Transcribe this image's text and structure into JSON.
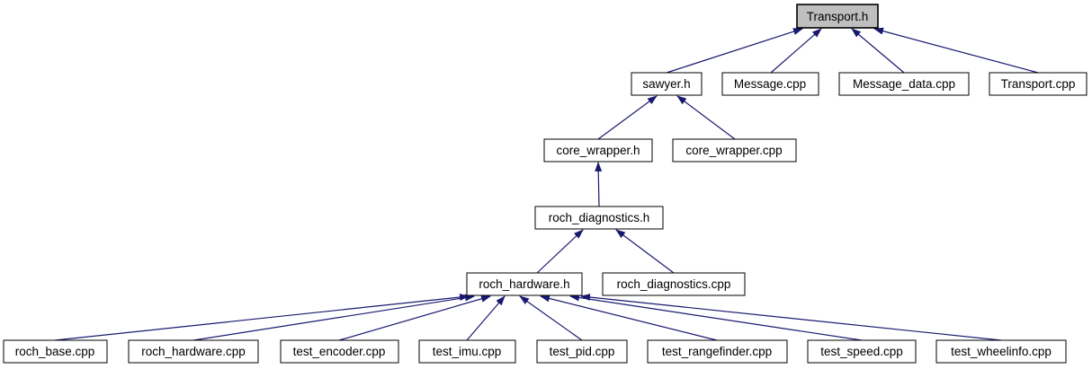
{
  "diagram": {
    "kind": "include-dependency-graph",
    "colors": {
      "edge_arrow": "#191970",
      "node_fill": "#ffffff",
      "node_border": "#000000",
      "highlight_fill": "#bfbfbf",
      "background": "#ffffff",
      "text": "#000000"
    },
    "nodes": [
      {
        "label": "Transport.h",
        "highlighted": true
      },
      {
        "label": "sawyer.h",
        "highlighted": false
      },
      {
        "label": "Message.cpp",
        "highlighted": false
      },
      {
        "label": "Message_data.cpp",
        "highlighted": false
      },
      {
        "label": "Transport.cpp",
        "highlighted": false
      },
      {
        "label": "core_wrapper.h",
        "highlighted": false
      },
      {
        "label": "core_wrapper.cpp",
        "highlighted": false
      },
      {
        "label": "roch_diagnostics.h",
        "highlighted": false
      },
      {
        "label": "roch_hardware.h",
        "highlighted": false
      },
      {
        "label": "roch_diagnostics.cpp",
        "highlighted": false
      },
      {
        "label": "roch_base.cpp",
        "highlighted": false
      },
      {
        "label": "roch_hardware.cpp",
        "highlighted": false
      },
      {
        "label": "test_encoder.cpp",
        "highlighted": false
      },
      {
        "label": "test_imu.cpp",
        "highlighted": false
      },
      {
        "label": "test_pid.cpp",
        "highlighted": false
      },
      {
        "label": "test_rangefinder.cpp",
        "highlighted": false
      },
      {
        "label": "test_speed.cpp",
        "highlighted": false
      },
      {
        "label": "test_wheelinfo.cpp",
        "highlighted": false
      }
    ],
    "edges": [
      {
        "from": "sawyer.h",
        "to": "Transport.h"
      },
      {
        "from": "Message.cpp",
        "to": "Transport.h"
      },
      {
        "from": "Message_data.cpp",
        "to": "Transport.h"
      },
      {
        "from": "Transport.cpp",
        "to": "Transport.h"
      },
      {
        "from": "core_wrapper.h",
        "to": "sawyer.h"
      },
      {
        "from": "core_wrapper.cpp",
        "to": "sawyer.h"
      },
      {
        "from": "roch_diagnostics.h",
        "to": "core_wrapper.h"
      },
      {
        "from": "roch_hardware.h",
        "to": "roch_diagnostics.h"
      },
      {
        "from": "roch_diagnostics.cpp",
        "to": "roch_diagnostics.h"
      },
      {
        "from": "roch_base.cpp",
        "to": "roch_hardware.h"
      },
      {
        "from": "roch_hardware.cpp",
        "to": "roch_hardware.h"
      },
      {
        "from": "test_encoder.cpp",
        "to": "roch_hardware.h"
      },
      {
        "from": "test_imu.cpp",
        "to": "roch_hardware.h"
      },
      {
        "from": "test_pid.cpp",
        "to": "roch_hardware.h"
      },
      {
        "from": "test_rangefinder.cpp",
        "to": "roch_hardware.h"
      },
      {
        "from": "test_speed.cpp",
        "to": "roch_hardware.h"
      },
      {
        "from": "test_wheelinfo.cpp",
        "to": "roch_hardware.h"
      }
    ]
  }
}
